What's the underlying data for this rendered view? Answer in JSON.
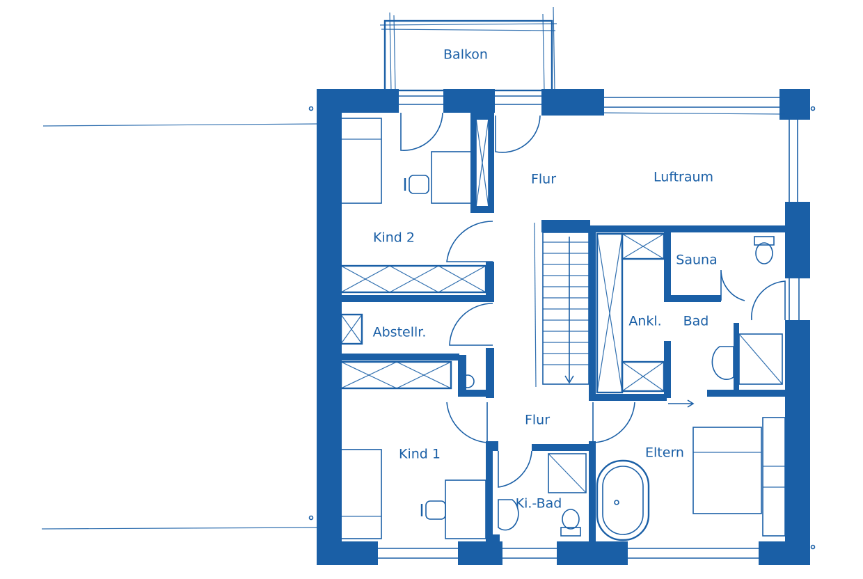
{
  "plan": {
    "color": "#1a5fa6",
    "rooms": {
      "balkon": "Balkon",
      "flur_top": "Flur",
      "luftraum": "Luftraum",
      "kind2": "Kind 2",
      "sauna": "Sauna",
      "abstellr": "Abstellr.",
      "ankl": "Ankl.",
      "bad": "Bad",
      "flur_bottom": "Flur",
      "kind1": "Kind 1",
      "eltern": "Eltern",
      "kibad": "Ki.-Bad"
    },
    "icons": [
      "desk-chair-icon",
      "toilet-icon",
      "sink-icon",
      "bathtub-icon",
      "shower-icon",
      "wardrobe-icon",
      "stair-icon",
      "door-swing-icon"
    ]
  }
}
